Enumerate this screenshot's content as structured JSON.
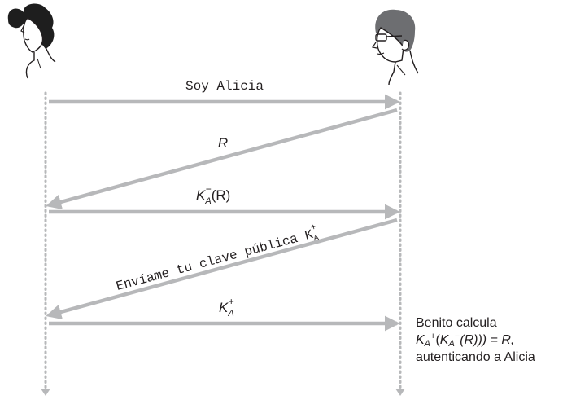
{
  "participants": [
    {
      "id": "alicia",
      "icon": "woman-portrait-icon"
    },
    {
      "id": "benito",
      "icon": "man-with-glasses-portrait-icon"
    }
  ],
  "messages": [
    {
      "from": "alicia",
      "to": "benito",
      "text": "Soy Alicia"
    },
    {
      "from": "benito",
      "to": "alicia",
      "text": "R"
    },
    {
      "from": "alicia",
      "to": "benito",
      "base": "K",
      "sub": "A",
      "sup": "−",
      "arg": "(R)"
    },
    {
      "from": "benito",
      "to": "alicia",
      "text": "Envíame tu clave pública K",
      "sub": "A",
      "sup": "+"
    },
    {
      "from": "alicia",
      "to": "benito",
      "base": "K",
      "sub": "A",
      "sup": "+"
    }
  ],
  "note": {
    "line1": "Benito calcula",
    "line2": {
      "k1": "K",
      "sub1": "A",
      "sup1": "+",
      "open": "(",
      "k2": "K",
      "sub2": "A",
      "sup2": "−",
      "inner": "(R)",
      "close": ")) = R,"
    },
    "line3": "autenticando a Alicia"
  },
  "colors": {
    "arrow": "#b7b8ba",
    "lifeline": "#b7b8ba",
    "text": "#231f20"
  }
}
